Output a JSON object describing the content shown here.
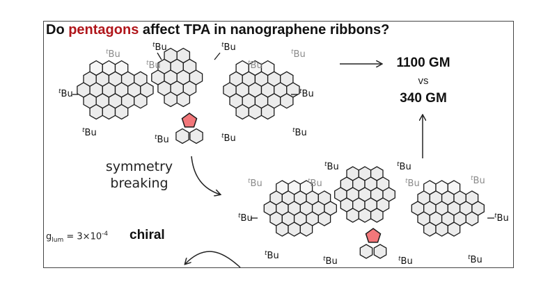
{
  "title": {
    "prefix": "Do ",
    "highlight": "pentagons",
    "suffix": " affect TPA in nanographene ribbons?"
  },
  "substituent_label": "Bu",
  "substituent_prefix": "t",
  "arrow_label": {
    "line1": "symmetry",
    "line2": "breaking"
  },
  "results": {
    "value1": "1100 GM",
    "vs": "vs",
    "value2": "340 GM"
  },
  "glum": {
    "base": "g",
    "sub": "lum",
    "equals": " = 3×10",
    "exponent": "-4"
  },
  "chiral_label": "chiral",
  "colors": {
    "pentagon": "#f2777a",
    "hexagon_fill": "#ececec",
    "highlight_text": "#b0161b"
  }
}
